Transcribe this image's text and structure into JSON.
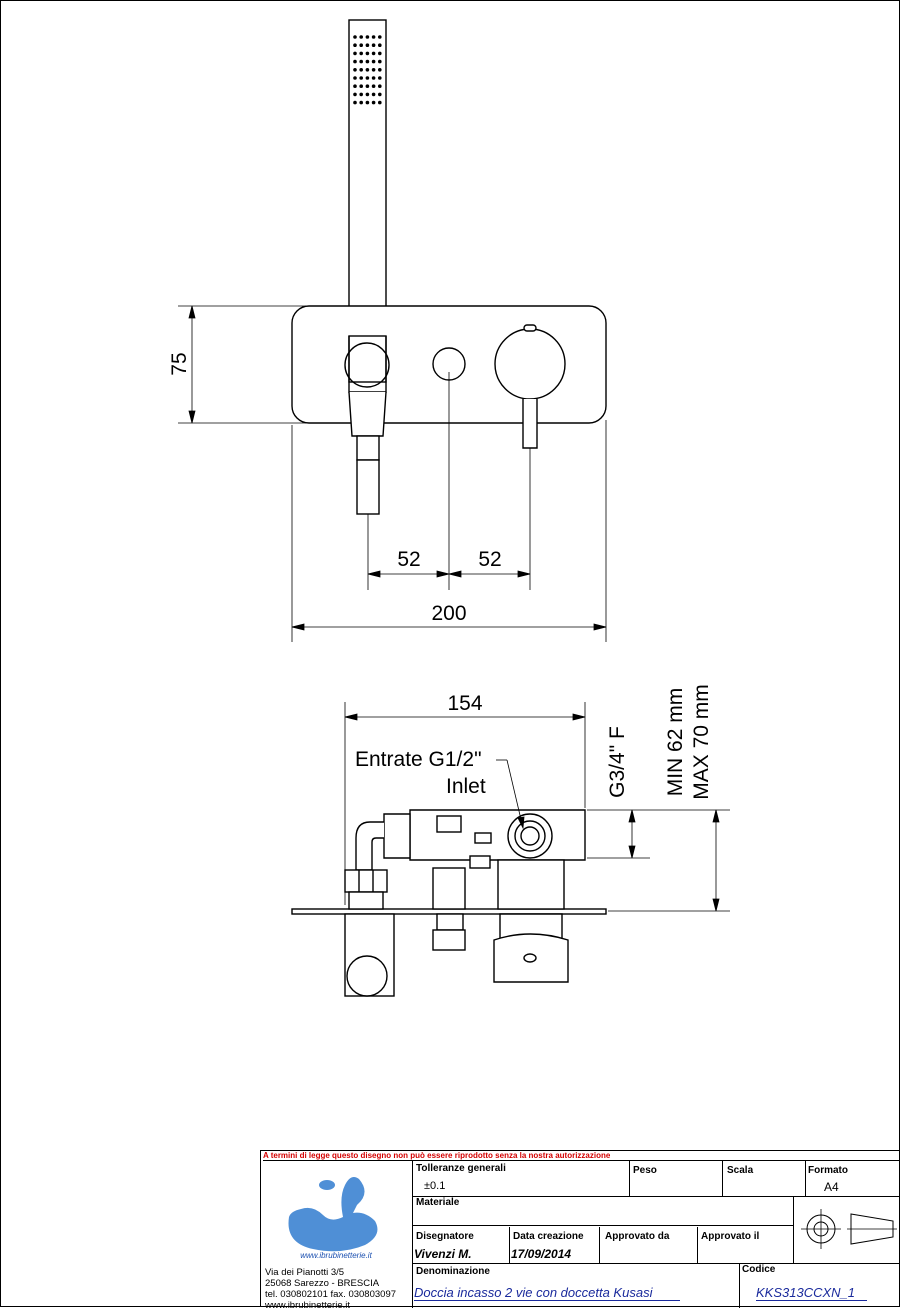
{
  "drawing": {
    "dimensions": {
      "height_plate": "75",
      "spacing_left": "52",
      "spacing_right": "52",
      "width_plate": "200",
      "depth_body": "154",
      "outlet_thread": "G3/4\" F",
      "min_depth": "MIN 62 mm",
      "max_depth": "MAX 70 mm"
    },
    "notes": {
      "inlet_it": "Entrate G1/2\"",
      "inlet_en": "Inlet"
    }
  },
  "title_block": {
    "warning": "A termini di legge questo disegno non può essere riprodotto senza la nostra autorizzazione",
    "company": {
      "website_logo": "www.ibrubinetterie.it",
      "address_lines": [
        "Via dei Pianotti 3/5",
        "25068 Sarezzo - BRESCIA",
        "tel. 030802101 fax. 030803097",
        "www.ibrubinetterie.it"
      ],
      "logo_color": "#4f8fd6"
    },
    "tolerance": {
      "label": "Tolleranze generali",
      "value": "±0.1"
    },
    "weight": {
      "label": "Peso",
      "value": ""
    },
    "scale": {
      "label": "Scala",
      "value": ""
    },
    "format": {
      "label": "Formato",
      "value": "A4"
    },
    "material": {
      "label": "Materiale",
      "value": ""
    },
    "designer": {
      "label": "Disegnatore",
      "value": "Vivenzi M."
    },
    "created": {
      "label": "Data creazione",
      "value": "17/09/2014"
    },
    "approved_by": {
      "label": "Approvato da",
      "value": ""
    },
    "approved_on": {
      "label": "Approvato il",
      "value": ""
    },
    "name": {
      "label": "Denominazione",
      "value": "Doccia incasso 2 vie con doccetta Kusasi"
    },
    "code": {
      "label": "Codice",
      "value": "KKS313CCXN_1"
    },
    "colors": {
      "warning": "#d40000",
      "handwriting": "#1a2a9c"
    }
  }
}
